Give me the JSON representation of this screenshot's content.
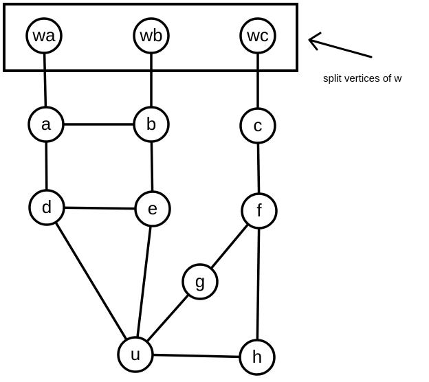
{
  "annotation": {
    "text": "split vertices of w"
  },
  "nodes": [
    {
      "id": "wa",
      "label": "wa"
    },
    {
      "id": "wb",
      "label": "wb"
    },
    {
      "id": "wc",
      "label": "wc"
    },
    {
      "id": "a",
      "label": "a"
    },
    {
      "id": "b",
      "label": "b"
    },
    {
      "id": "c",
      "label": "c"
    },
    {
      "id": "d",
      "label": "d"
    },
    {
      "id": "e",
      "label": "e"
    },
    {
      "id": "f",
      "label": "f"
    },
    {
      "id": "g",
      "label": "g"
    },
    {
      "id": "u",
      "label": "u"
    },
    {
      "id": "h",
      "label": "h"
    }
  ],
  "edges": [
    [
      "wa",
      "a"
    ],
    [
      "wb",
      "b"
    ],
    [
      "wc",
      "c"
    ],
    [
      "a",
      "b"
    ],
    [
      "a",
      "d"
    ],
    [
      "b",
      "e"
    ],
    [
      "d",
      "e"
    ],
    [
      "c",
      "f"
    ],
    [
      "d",
      "u"
    ],
    [
      "e",
      "u"
    ],
    [
      "f",
      "g"
    ],
    [
      "g",
      "u"
    ],
    [
      "f",
      "h"
    ],
    [
      "u",
      "h"
    ]
  ],
  "grouped_nodes": [
    "wa",
    "wb",
    "wc"
  ]
}
